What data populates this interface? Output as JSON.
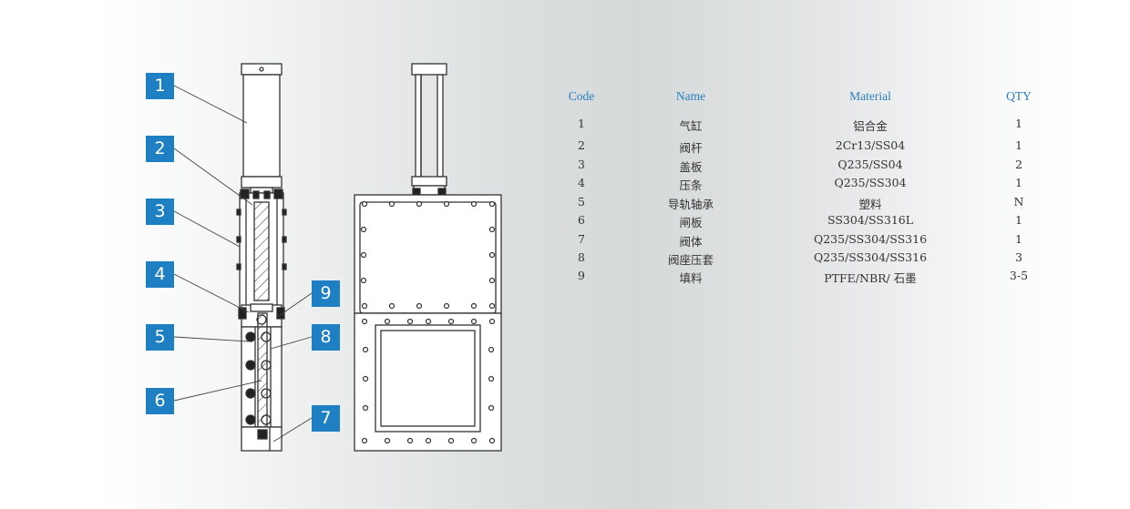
{
  "table": {
    "headers": {
      "code": "Code",
      "name": "Name",
      "material": "Material",
      "qty": "QTY"
    },
    "rows": [
      {
        "code": "1",
        "name": "气缸",
        "material": "铝合金",
        "qty": "1"
      },
      {
        "code": "2",
        "name": "阀杆",
        "material": "2Cr13/SS04",
        "qty": "1"
      },
      {
        "code": "3",
        "name": "盖板",
        "material": "Q235/SS04",
        "qty": "2"
      },
      {
        "code": "4",
        "name": "压条",
        "material": "Q235/SS304",
        "qty": "1"
      },
      {
        "code": "5",
        "name": "导轨轴承",
        "material": "塑料",
        "qty": "N"
      },
      {
        "code": "6",
        "name": "闸板",
        "material": "SS304/SS316L",
        "qty": "1"
      },
      {
        "code": "7",
        "name": "阀体",
        "material": "Q235/SS304/SS316",
        "qty": "1"
      },
      {
        "code": "8",
        "name": "阀座压套",
        "material": "Q235/SS304/SS316",
        "qty": "3"
      },
      {
        "code": "9",
        "name": "填料",
        "material": "PTFE/NBR/ 石墨",
        "qty": "3-5"
      }
    ]
  },
  "callouts": [
    "1",
    "2",
    "3",
    "4",
    "5",
    "6",
    "7",
    "8",
    "9"
  ],
  "colors": {
    "accent": "#1e7fc3",
    "header_text": "#2a7fc0",
    "line": "#333333"
  }
}
